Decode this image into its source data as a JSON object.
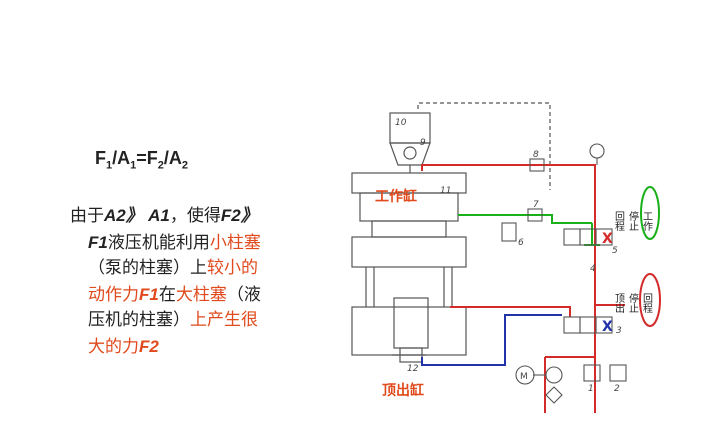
{
  "formula": {
    "f1": "F",
    "a1": "A",
    "f2": "F",
    "a2": "A",
    "sub1": "1",
    "sub2": "2",
    "slash": "/",
    "equals": "="
  },
  "paragraph": {
    "l1_a": "由于",
    "l1_b": "A2",
    "l1_c": "》",
    "l1_d": "A1",
    "l1_e": "，使得",
    "l1_f": "F2",
    "l1_g": "》",
    "l2_a": "F1",
    "l2_b": "液压机能利用",
    "l2_c": "小柱塞",
    "l3_a": "（泵的柱塞）上",
    "l3_b": "较小的",
    "l4_a": "动作力",
    "l4_b": "F1",
    "l4_c": "在",
    "l4_d": "大柱塞",
    "l4_e": "（液",
    "l5_a": "压机的柱塞）",
    "l5_b": "上产生很",
    "l6_a": "大的力",
    "l6_b": "F2"
  },
  "diagram": {
    "label_work_cylinder": "工作缸",
    "label_ejector_cylinder": "顶出缸",
    "num_10": "10",
    "num_9": "9",
    "num_8": "8",
    "num_11": "11",
    "num_7": "7",
    "num_6": "6",
    "num_5": "5",
    "num_4": "4",
    "num_3": "3",
    "num_12": "12",
    "num_1": "1",
    "num_2": "2",
    "motor": "M",
    "upper_return": "回程",
    "upper_stop": "停止",
    "upper_work": "工作",
    "lower_eject": "顶出",
    "lower_stop": "停止",
    "lower_return": "回程",
    "x_mark": "X"
  }
}
